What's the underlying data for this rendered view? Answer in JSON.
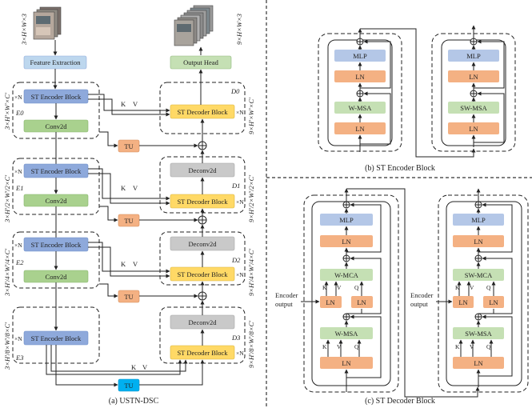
{
  "left_panel": {
    "caption": "(a)  USTN-DSC",
    "input_dim": "3×H×W×3",
    "output_dim": "9×H×W×3",
    "feature_extraction": "Feature Extraction",
    "output_head": "Output Head",
    "encoder_block": "ST Encoder Block",
    "decoder_block": "ST Decoder Block",
    "conv": "Conv2d",
    "deconv": "Deconv2d",
    "tu": "TU",
    "repeat": "×N",
    "k": "K",
    "v": "V",
    "enc_stage_labels": [
      "E0",
      "E1",
      "E2",
      "E3"
    ],
    "dec_stage_labels": [
      "D0",
      "D1",
      "D2",
      "D3"
    ],
    "enc_dims": [
      "3×H′×W′×C′",
      "3×H′/2×W′/2×C′",
      "3×H′/4×W′/4×C′",
      "3×H′/8×W′/8×C′"
    ],
    "dec_dims": [
      "9×H′×W′×C′",
      "9×H′/2×W′/2×C′",
      "9×H′/4×W′/4×C′",
      "9×H′/8×W′/8×C′"
    ]
  },
  "encoder_panel": {
    "caption": "(b)  ST Encoder Block",
    "mlp": "MLP",
    "ln": "LN",
    "wmsa": "W-MSA",
    "swmsa": "SW-MSA"
  },
  "decoder_panel": {
    "caption": "(c)  ST Decoder Block",
    "mlp": "MLP",
    "ln": "LN",
    "wmca": "W-MCA",
    "swmca": "SW-MCA",
    "wmsa": "W-MSA",
    "swmsa": "SW-MSA",
    "encoder_output": [
      "Encoder",
      "output"
    ],
    "k": "K",
    "v": "V",
    "q": "Q"
  },
  "colors": {
    "encoder_block": "#8ea9db",
    "decoder_block": "#ffd966",
    "conv": "#a9d18e",
    "deconv": "#c9c9c9",
    "tu": "#f4b183",
    "tu_bottom": "#00b0f0",
    "mlp": "#b4c7e7",
    "ln": "#f4b183",
    "attn": "#c5e0b4",
    "feature": "#bdd7ee"
  }
}
